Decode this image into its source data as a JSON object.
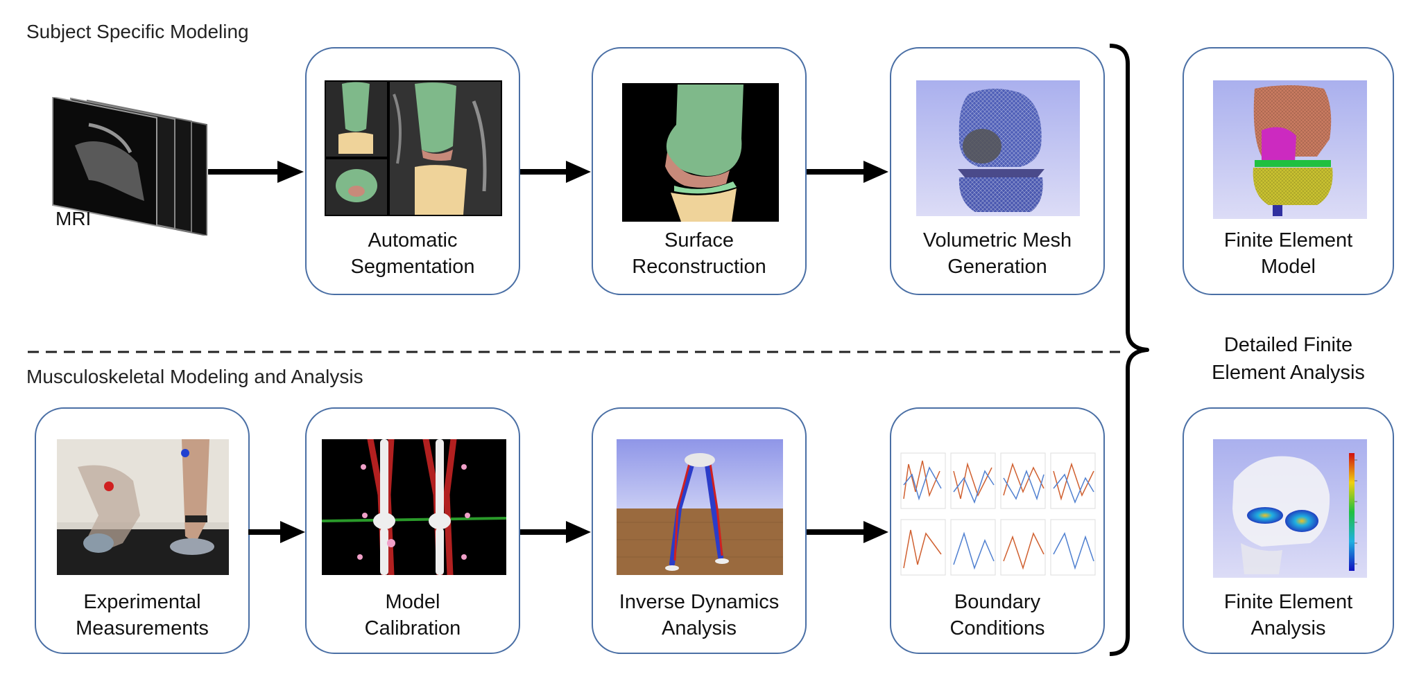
{
  "sections": {
    "top": "Subject Specific Modeling",
    "bottom": "Musculoskeletal Modeling and Analysis"
  },
  "mri_label": "MRI",
  "top_row": [
    {
      "line1": "Automatic",
      "line2": "Segmentation"
    },
    {
      "line1": "Surface",
      "line2": "Reconstruction"
    },
    {
      "line1": "Volumetric Mesh",
      "line2": "Generation"
    }
  ],
  "bottom_row": [
    {
      "line1": "Experimental",
      "line2": "Measurements"
    },
    {
      "line1": "Model",
      "line2": "Calibration"
    },
    {
      "line1": "Inverse Dynamics",
      "line2": "Analysis"
    },
    {
      "line1": "Boundary",
      "line2": "Conditions"
    }
  ],
  "right_column": {
    "top": {
      "line1": "Finite Element",
      "line2": "Model"
    },
    "middle": {
      "line1": "Detailed Finite",
      "line2": "Element Analysis"
    },
    "bottom": {
      "line1": "Finite Element",
      "line2": "Analysis"
    }
  },
  "colors": {
    "box_border": "#4a6fa5",
    "femur_green": "#7fb98a",
    "tibia_tan": "#efd39a",
    "mesh_blue": "#5060b8"
  }
}
